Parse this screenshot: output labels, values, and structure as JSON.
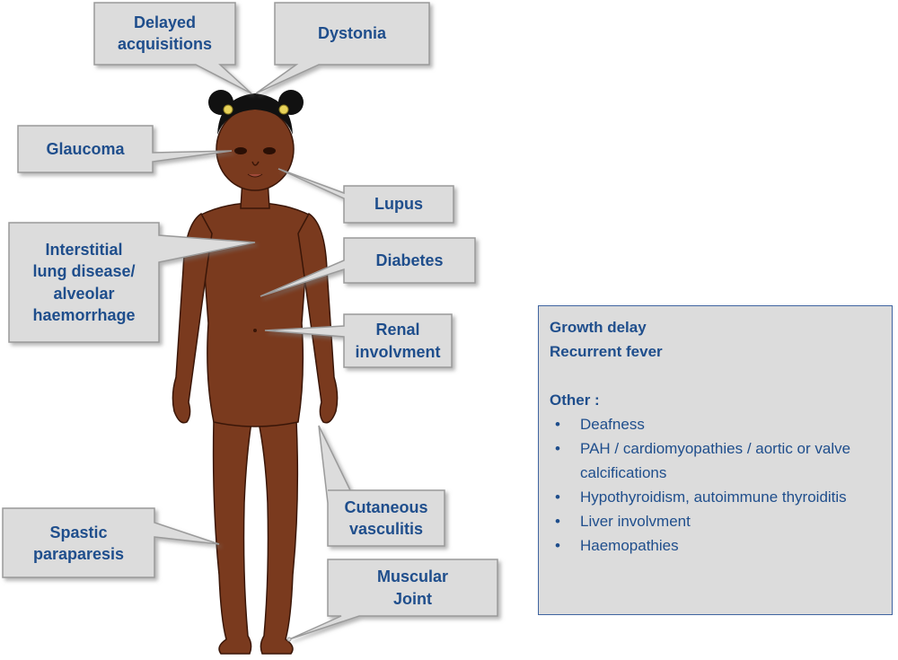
{
  "callouts": {
    "delayed_acquisitions": "Delayed\nacquisitions",
    "dystonia": "Dystonia",
    "glaucoma": "Glaucoma",
    "lupus": "Lupus",
    "interstitial_lung": "Interstitial\nlung disease/\nalveolar\nhaemorrhage",
    "diabetes": "Diabetes",
    "renal": "Renal\ninvolvment",
    "cutaneous": "Cutaneous\nvasculitis",
    "spastic": "Spastic\nparaparesis",
    "muscular": "Muscular\nJoint"
  },
  "info_panel": {
    "line1": "Growth delay",
    "line2": "Recurrent fever",
    "other_label": "Other :",
    "bullet_symbol": "•",
    "items": [
      "Deafness",
      "PAH / cardiomyopathies / aortic or valve calcifications",
      "Hypothyroidism,  autoimmune thyroiditis",
      "Liver involvment",
      "Haemopathies"
    ]
  },
  "colors": {
    "text": "#1f4e8c",
    "box_fill": "#dcdcdc",
    "box_stroke": "#9a9a9a",
    "panel_border": "#3f64a0",
    "skin": "#7a3a1e",
    "skin_outline": "#3a1608",
    "hair": "#111111",
    "hair_tie": "#e8d35a"
  }
}
